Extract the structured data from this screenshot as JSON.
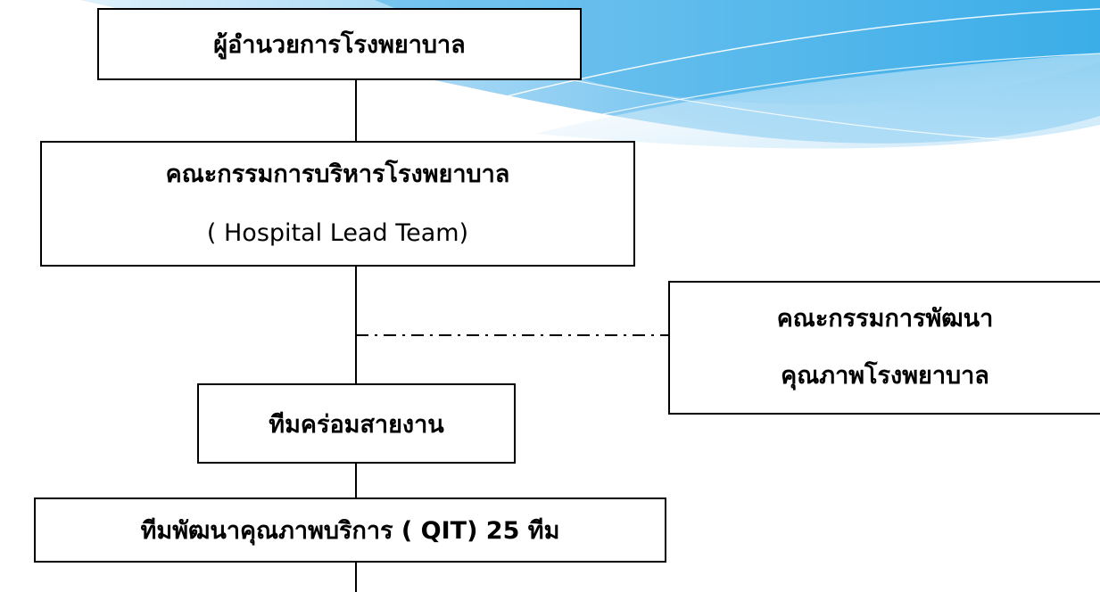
{
  "nodes": {
    "director": {
      "label": "ผู้อำนวยการโรงพยาบาล"
    },
    "executive": {
      "label": "คณะกรรมการบริหารโรงพยาบาล",
      "sublabel": "( Hospital Lead Team)"
    },
    "quality_committee": {
      "line1": "คณะกรรมการพัฒนา",
      "line2": "คุณภาพโรงพยาบาล"
    },
    "cross_team": {
      "label": "ทีมคร่อมสายงาน"
    },
    "qit": {
      "label": "ทีมพัฒนาคุณภาพบริการ ( QIT) 25 ทีม"
    }
  },
  "colors": {
    "accent": "#3aaee8",
    "accent_light": "#a8d8f5",
    "line": "#000000"
  }
}
